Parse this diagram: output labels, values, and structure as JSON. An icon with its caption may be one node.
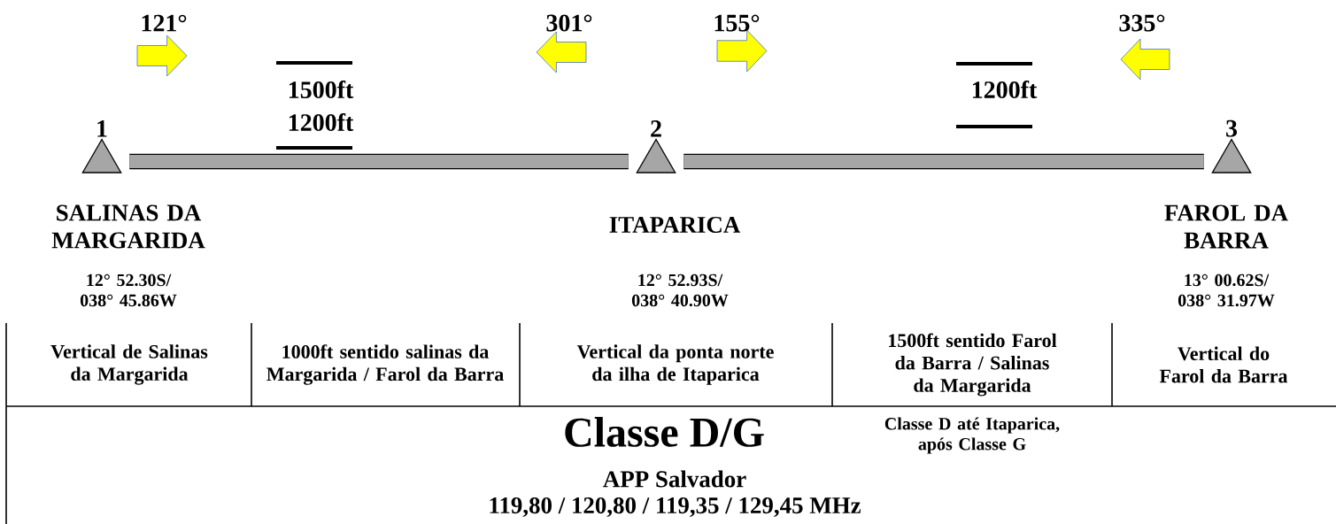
{
  "diagram": {
    "nodes": [
      {
        "text": [
          "1"
        ],
        "beside": [
          "SALINAS DA MARGARIDA",
          "12° 52.30S/ 038° 45.86W"
        ]
      },
      {
        "text": [
          "2"
        ],
        "beside": [
          "ITAPARICA",
          "12° 52.93S/ 038° 40.90W"
        ]
      },
      {
        "text": [
          "3"
        ],
        "beside": [
          "FAROL DA BARRA",
          "13° 00.62S/ 038° 31.97W"
        ]
      }
    ],
    "edges": [
      {
        "from": 0,
        "to": 1,
        "arrow": "none"
      },
      {
        "from": 1,
        "to": 2,
        "arrow": "none"
      }
    ],
    "labels": [
      "121°",
      "301°",
      "155°",
      "335°",
      "1500ft",
      "1200ft",
      "1200ft",
      "Vertical de Salinas da Margarida",
      "1000ft sentido salinas da Margarida / Farol da Barra",
      "Vertical da ponta norte da ilha de Itaparica",
      "1500ft sentido Farol da Barra / Salinas da Margarida",
      "Vertical do Farol da Barra",
      "Classe D/G",
      "Classe D até Itaparica, após Classe G",
      "APP Salvador",
      "119,80 / 120,80 / 119,35 / 129,45 MHz"
    ]
  }
}
